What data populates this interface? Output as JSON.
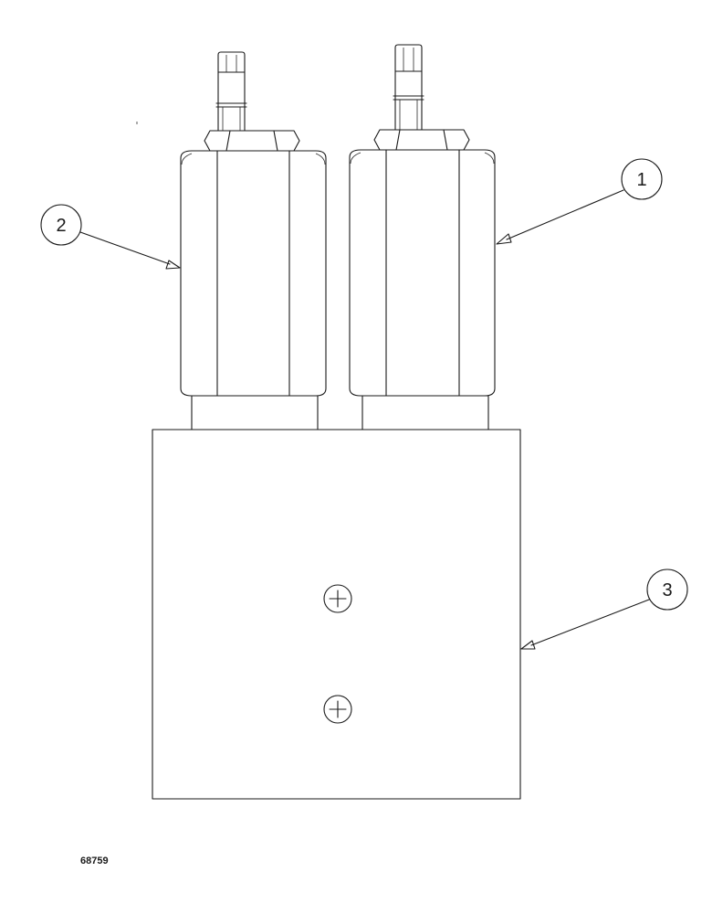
{
  "callouts": [
    {
      "label": "1"
    },
    {
      "label": "2"
    },
    {
      "label": "3"
    }
  ],
  "figure_number": "68759",
  "colors": {
    "line": "#1a1a1a",
    "background": "#ffffff"
  },
  "icons": [
    "plus-circle-icon",
    "plus-circle-icon"
  ]
}
